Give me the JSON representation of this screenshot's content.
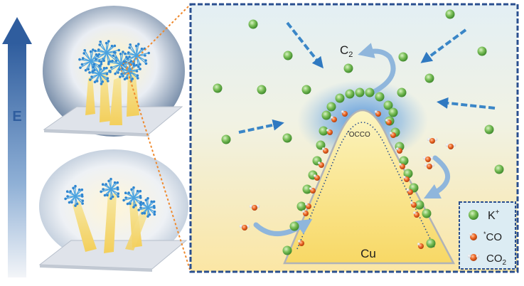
{
  "figure": {
    "field_label": "E",
    "products": {
      "c2": "C",
      "c2_sub": "2"
    },
    "intermediate": {
      "prefix": "*",
      "text": "OCCO"
    },
    "electrode": "Cu"
  },
  "legend": {
    "items": [
      {
        "name": "k-ion",
        "text": "K",
        "sup": "+",
        "sub": ""
      },
      {
        "name": "co-adsorbate",
        "text": "CO",
        "sup": "*",
        "sub": ""
      },
      {
        "name": "co2-molecule",
        "text": "CO",
        "sup": "",
        "sub": "2"
      }
    ]
  },
  "colors": {
    "frame": "#2a4f8f",
    "field_arrow": "#3b67a7",
    "potassium": "#6cb24a",
    "co": "#e4571b",
    "curved_arrow": "#8fb6dc",
    "flux_arrow": "#3a86c7",
    "sheath": "#4a90d9",
    "zoom_line": "#ef8a2e"
  }
}
